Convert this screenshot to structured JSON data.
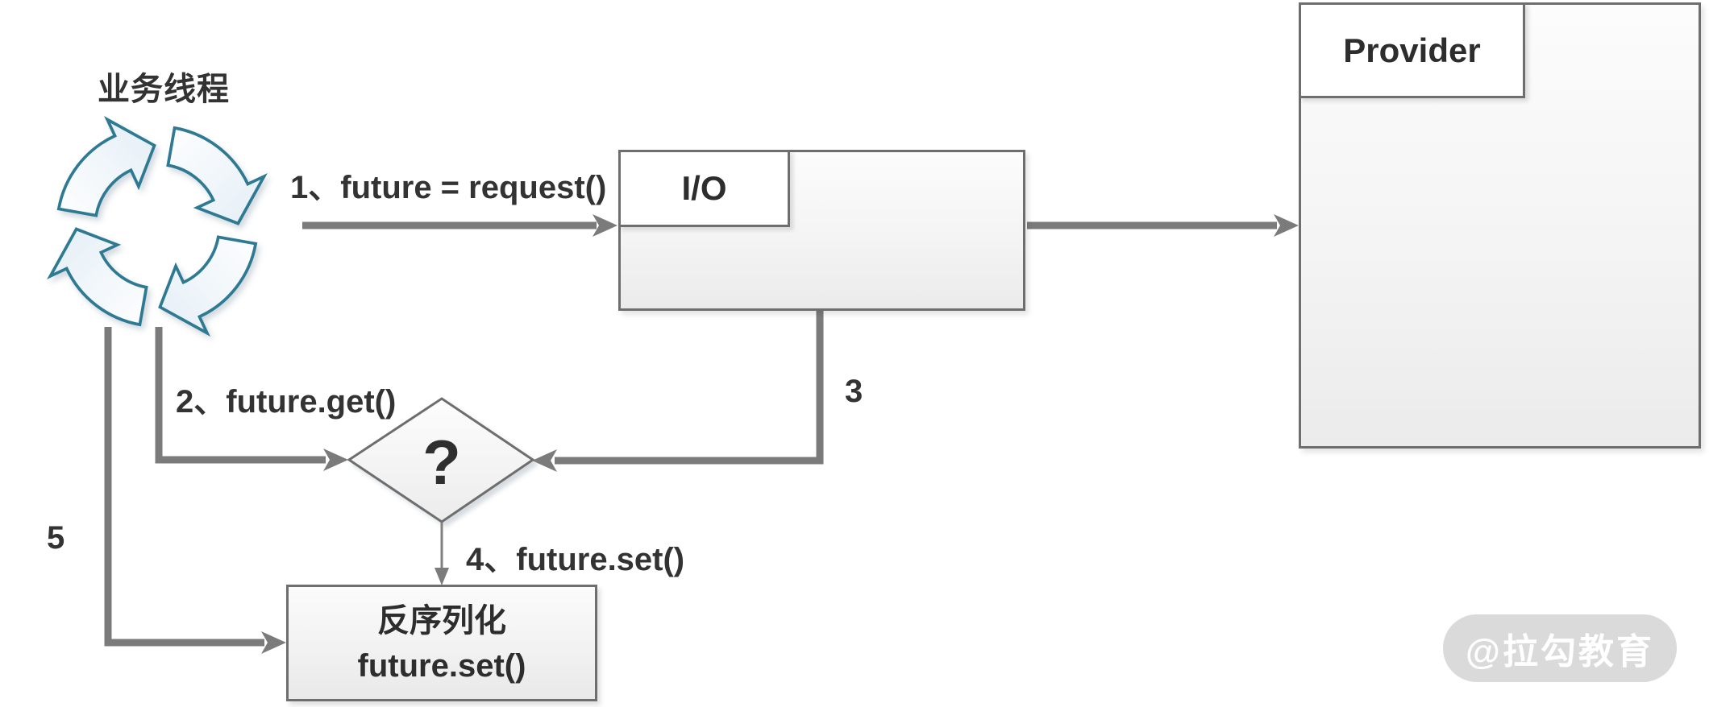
{
  "nodes": {
    "business_thread": {
      "label": "业务线程"
    },
    "io": {
      "label": "I/O"
    },
    "provider": {
      "label": "Provider"
    },
    "decision": {
      "label": "?"
    },
    "deserialize": {
      "line1": "反序列化",
      "line2": "future.set()"
    }
  },
  "steps": {
    "step1": {
      "label": "1、future = request()"
    },
    "step2": {
      "label": "2、future.get()"
    },
    "step3": {
      "label": "3"
    },
    "step4": {
      "label": "4、future.set()"
    },
    "step5": {
      "label": "5"
    }
  },
  "watermark": {
    "text": "@拉勾教育"
  },
  "colors": {
    "connector_gray": "#7b7b7b",
    "box_border": "#6e6e6e",
    "cycle_teal": "#2f7a93",
    "text": "#333333",
    "watermark_bg": "#dadada",
    "watermark_text": "#ffffff"
  }
}
